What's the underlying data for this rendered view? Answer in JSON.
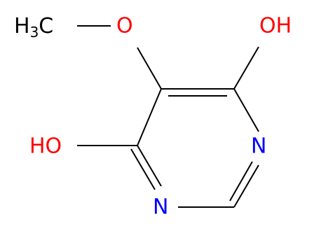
{
  "molecule": {
    "atoms": {
      "methyl": {
        "main": "H",
        "subscript": "3",
        "suffix": "C",
        "color": "#000000"
      },
      "ether_o": {
        "label": "O",
        "color": "#ff0000"
      },
      "hydroxyl_right": {
        "label": "OH",
        "color": "#ff0000"
      },
      "hydroxyl_left": {
        "label": "HO",
        "color": "#ff0000"
      },
      "n_right": {
        "label": "N",
        "color": "#0000ff"
      },
      "n_bottom": {
        "label": "N",
        "color": "#0000ff"
      }
    }
  }
}
